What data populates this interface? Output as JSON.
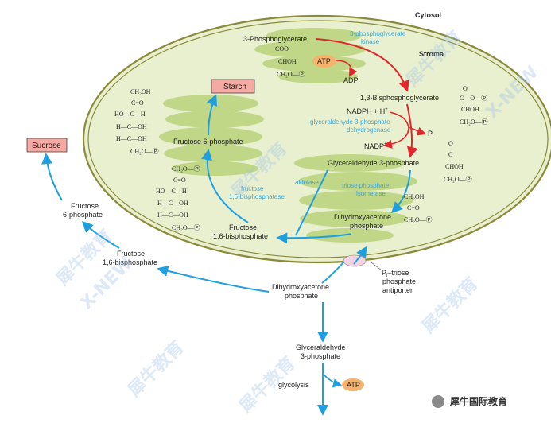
{
  "compartments": {
    "cytosol": "Cytosol",
    "stroma": "Stroma"
  },
  "boxes": {
    "starch": "Starch",
    "sucrose": "Sucrose"
  },
  "metabolites": {
    "pga3": "3-Phosphoglycerate",
    "bpg13": "1,3-Bisphosphoglycerate",
    "gap": "Glyceraldehyde 3-phosphate",
    "dhap_in_1": "Dihydroxyacetone",
    "dhap_in_2": "phosphate",
    "f6p_in": "Fructose 6-phosphate",
    "fbp_in_1": "Fructose",
    "fbp_in_2": "1,6-bisphosphate",
    "dhap_out_1": "Dihydroxyacetone",
    "dhap_out_2": "phosphate",
    "gap_out_1": "Glyceraldehyde",
    "gap_out_2": "3-phosphate",
    "fbp_out_1": "Fructose",
    "fbp_out_2": "1,6-bisphosphate",
    "f6p_out_1": "Fructose",
    "f6p_out_2": "6-phosphate",
    "glycolysis": "glycolysis"
  },
  "cofactors": {
    "atp": "ATP",
    "adp": "ADP",
    "nadph": "NADPH + H",
    "nadp": "NADP",
    "pi": "P",
    "atp_out": "ATP"
  },
  "enzymes": {
    "pgk_1": "3-phosphoglycerate",
    "pgk_2": "kinase",
    "gapdh_1": "glyceraldehyde 3-phosphate",
    "gapdh_2": "dehydrogenase",
    "aldolase": "aldolase",
    "tpi_1": "triose phosphate",
    "tpi_2": "isomerase",
    "fbpase_1": "fructose",
    "fbpase_2": "1,6-bisphosphatase"
  },
  "antiporter": {
    "line1": "P",
    "line1b": "–triose",
    "line2": "phosphate",
    "line3": "antiporter"
  },
  "structures": {
    "pga": [
      "COO",
      "CHOH",
      "CH₂O—Ⓟ"
    ],
    "bpg": [
      "O",
      "C—O—Ⓟ",
      "CHOH",
      "CH₂O—Ⓟ"
    ],
    "gap": [
      "O",
      "C",
      "CHOH",
      "CH₂O—Ⓟ"
    ],
    "dhap": [
      "CH₂OH",
      "C=O",
      "CH₂O—Ⓟ"
    ],
    "f6p": [
      "CH₂OH",
      "C=O",
      "HO—C—H",
      "H—C—OH",
      "H—C—OH",
      "CH₂O—Ⓟ"
    ],
    "fbp": [
      "CH₂O—Ⓟ",
      "C=O",
      "HO—C—H",
      "H—C—OH",
      "H—C—OH",
      "CH₂O—Ⓟ"
    ]
  },
  "watermark": {
    "text": "犀牛教育",
    "sub": "X-NEW",
    "brand": "犀牛国际教育"
  },
  "colors": {
    "stroma_fill": "#e9f0cf",
    "membrane": "#8a8a3a",
    "thylakoid": "#b8d37a",
    "blue_arrow": "#1e9fe0",
    "red_arrow": "#e3262b",
    "box_fill": "#f6a9a0",
    "atp_fill": "#f7b26b"
  }
}
